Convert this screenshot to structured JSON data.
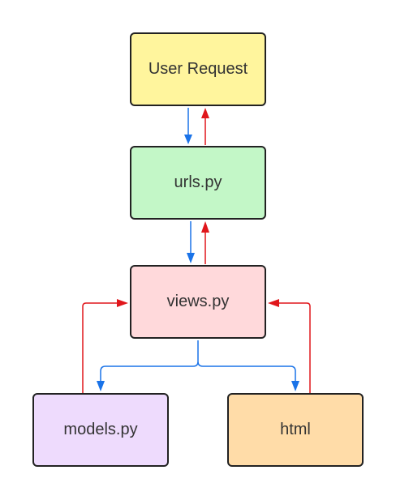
{
  "nodes": [
    {
      "id": "user-request",
      "label": "User Request",
      "fill": "#fff59d"
    },
    {
      "id": "urls",
      "label": "urls.py",
      "fill": "#c3f7c7"
    },
    {
      "id": "views",
      "label": "views.py",
      "fill": "#ffd9db"
    },
    {
      "id": "models",
      "label": "models.py",
      "fill": "#eedbfd"
    },
    {
      "id": "html",
      "label": "html",
      "fill": "#ffdca8"
    }
  ],
  "edges": [
    {
      "from": "user-request",
      "to": "urls",
      "kind": "request"
    },
    {
      "from": "urls",
      "to": "user-request",
      "kind": "response"
    },
    {
      "from": "urls",
      "to": "views",
      "kind": "request"
    },
    {
      "from": "views",
      "to": "urls",
      "kind": "response"
    },
    {
      "from": "views",
      "to": "models",
      "kind": "request"
    },
    {
      "from": "models",
      "to": "views",
      "kind": "response"
    },
    {
      "from": "views",
      "to": "html",
      "kind": "request"
    },
    {
      "from": "html",
      "to": "views",
      "kind": "response"
    }
  ],
  "colors": {
    "request_arrow": "#1a73e8",
    "response_arrow": "#e0161b",
    "node_border": "#222222",
    "node_text": "#333333"
  }
}
